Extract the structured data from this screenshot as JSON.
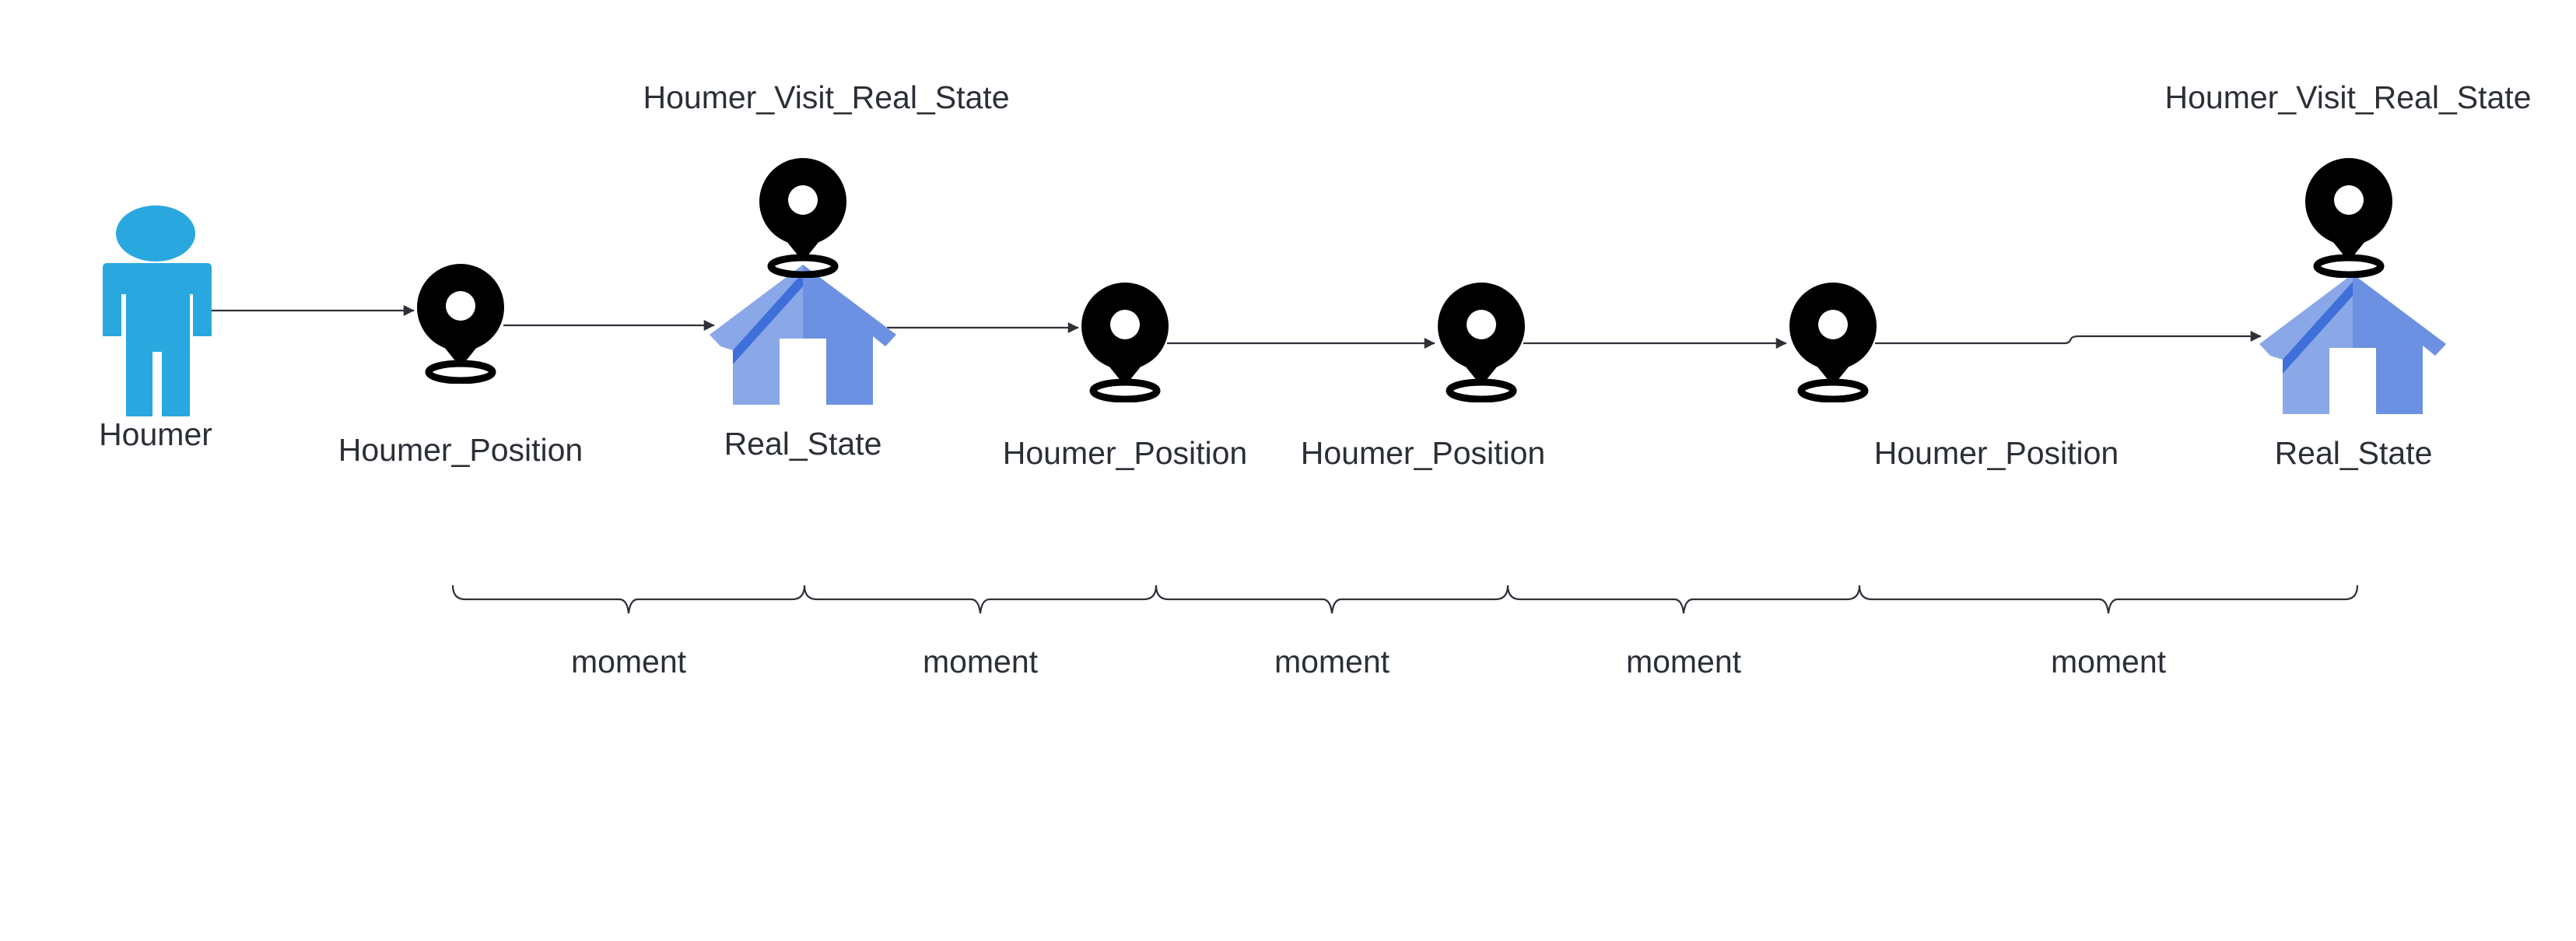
{
  "colors": {
    "person": "#29a8e0",
    "pin": "#000000",
    "house_light": "#8aa8e8",
    "house_mid": "#6c90e2",
    "house_dark": "#3f6fd8",
    "line": "#2e3138",
    "text": "#2b2f36"
  },
  "actor": {
    "label": "Houmer",
    "icon": "person-icon"
  },
  "positions": [
    {
      "label": "Houmer_Position",
      "icon": "map-pin-icon"
    },
    {
      "label": "Houmer_Position",
      "icon": "map-pin-icon"
    },
    {
      "label": "Houmer_Position",
      "icon": "map-pin-icon"
    },
    {
      "label": "Houmer_Position",
      "icon": "map-pin-icon"
    }
  ],
  "real_states": [
    {
      "label": "Real_State",
      "visit_label": "Houmer_Visit_Real_State",
      "icon": "house-icon",
      "pin_icon": "map-pin-icon"
    },
    {
      "label": "Real_State",
      "visit_label": "Houmer_Visit_Real_State",
      "icon": "house-icon",
      "pin_icon": "map-pin-icon"
    }
  ],
  "moments": [
    {
      "label": "moment"
    },
    {
      "label": "moment"
    },
    {
      "label": "moment"
    },
    {
      "label": "moment"
    },
    {
      "label": "moment"
    }
  ]
}
